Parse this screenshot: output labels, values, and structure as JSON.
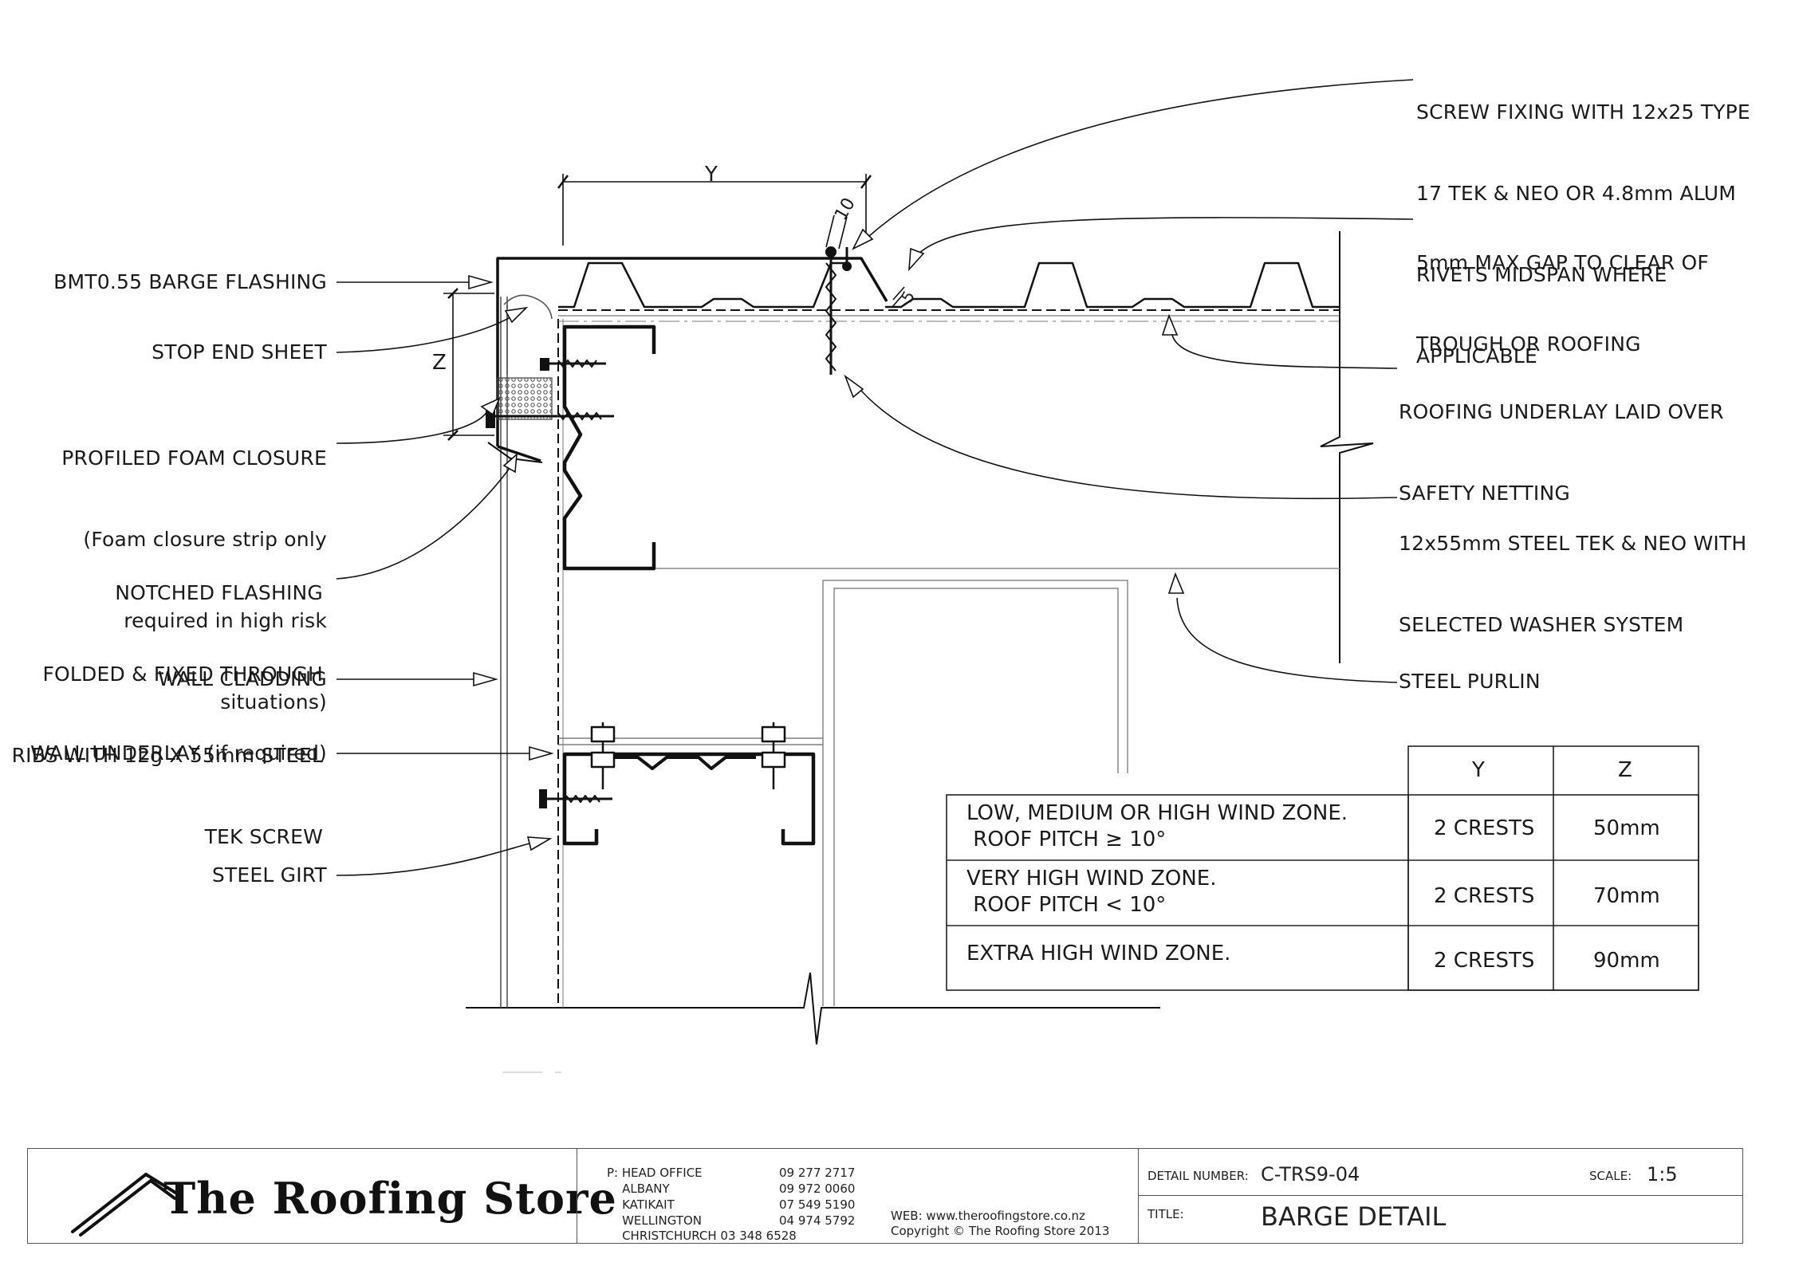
{
  "labels": {
    "barge_flashing": "BMT0.55 BARGE FLASHING",
    "stop_end_sheet": "STOP END SHEET",
    "foam_closure": [
      "PROFILED FOAM CLOSURE",
      "(Foam closure strip only",
      "required in high risk",
      "situations)"
    ],
    "notched_flashing": [
      "NOTCHED FLASHING",
      "FOLDED & FIXED THROUGH",
      "RIBS WITH 12g X 55mm STEEL",
      "TEK SCREW"
    ],
    "wall_cladding": "WALL CLADDING",
    "wall_underlay": "WALL UNDERLAY (if required)",
    "steel_girt": "STEEL GIRT",
    "screw_fixing": [
      "SCREW FIXING WITH 12x25 TYPE",
      "17 TEK & NEO OR 4.8mm ALUM",
      "RIVETS MIDSPAN WHERE",
      "APPLICABLE"
    ],
    "max_gap": [
      "5mm MAX GAP TO CLEAR OF",
      "TROUGH OR ROOFING"
    ],
    "roofing_underlay": [
      "ROOFING UNDERLAY LAID OVER",
      "SAFETY NETTING"
    ],
    "tek_neo": [
      "12x55mm STEEL TEK & NEO WITH",
      "SELECTED WASHER SYSTEM"
    ],
    "steel_purlin": "STEEL PURLIN"
  },
  "dimensions": {
    "y": "Y",
    "z": "Z",
    "ten": "10",
    "five": "5"
  },
  "table": {
    "headers": [
      "Y",
      "Z"
    ],
    "rows": [
      {
        "zone": [
          "LOW, MEDIUM OR HIGH WIND ZONE.",
          " ROOF PITCH ≥ 10°"
        ],
        "y": "2 CRESTS",
        "z": "50mm"
      },
      {
        "zone": [
          "VERY HIGH WIND ZONE.",
          " ROOF PITCH < 10°"
        ],
        "y": "2 CRESTS",
        "z": "70mm"
      },
      {
        "zone": [
          "EXTRA HIGH WIND ZONE.",
          ""
        ],
        "y": "2 CRESTS",
        "z": "90mm"
      }
    ]
  },
  "title_block": {
    "logo_text": "The Roofing Store",
    "contacts": [
      {
        "name": "P: HEAD OFFICE",
        "phone": "09 277 2717"
      },
      {
        "name": "    ALBANY",
        "phone": "09 972 0060"
      },
      {
        "name": "    KATIKAIT",
        "phone": "07 549 5190"
      },
      {
        "name": "    WELLINGTON",
        "phone": "04 974 5792"
      }
    ],
    "christchurch": "    CHRISTCHURCH 03 348 6528",
    "web": "WEB: www.theroofingstore.co.nz",
    "copyright": "Copyright © The Roofing Store 2013",
    "detail_number_label": "DETAIL NUMBER:",
    "detail_number": "C-TRS9-04",
    "scale_label": "SCALE:",
    "scale": "1:5",
    "title_label": "TITLE:",
    "title": "BARGE DETAIL"
  }
}
